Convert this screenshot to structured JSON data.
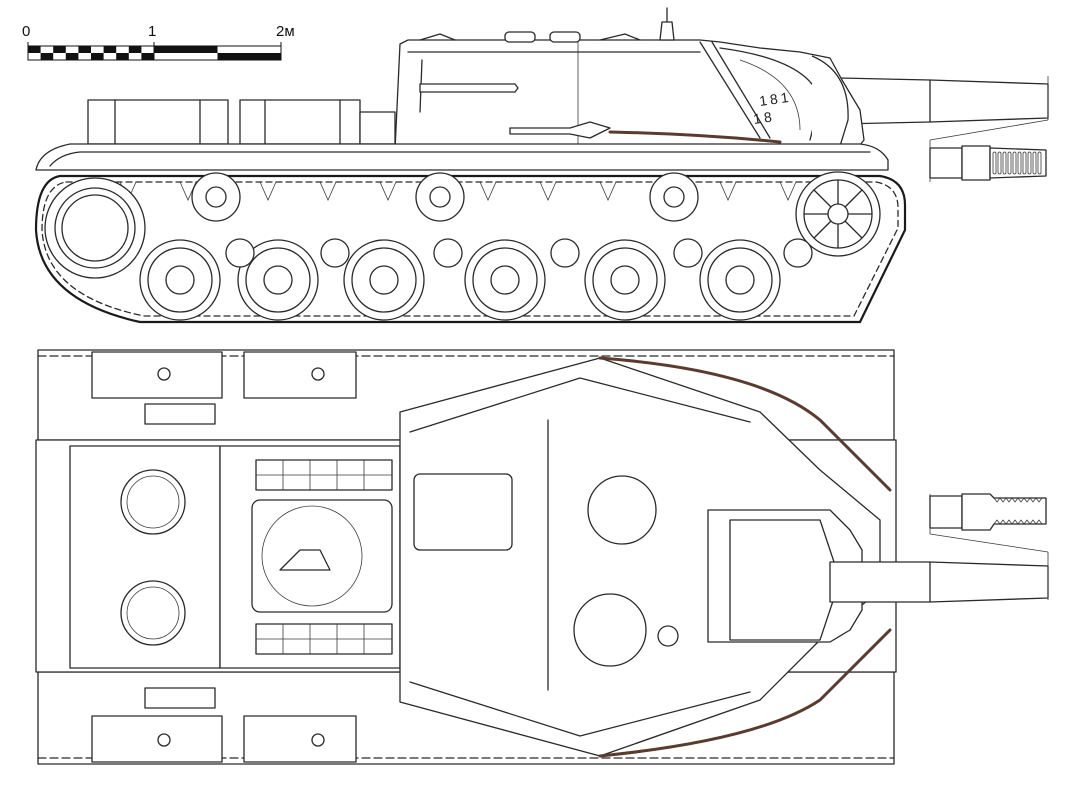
{
  "drawing": {
    "subject": "Self-propelled gun technical drawing",
    "views": [
      "side-view",
      "top-view"
    ],
    "colors": {
      "line": "#2a2a2a",
      "background": "#ffffff",
      "cable": "#5a3b2e"
    }
  },
  "scale_bar": {
    "labels": [
      "0",
      "1",
      "2м"
    ],
    "units": "м"
  },
  "markings": {
    "line1": "181",
    "line2": "18"
  }
}
